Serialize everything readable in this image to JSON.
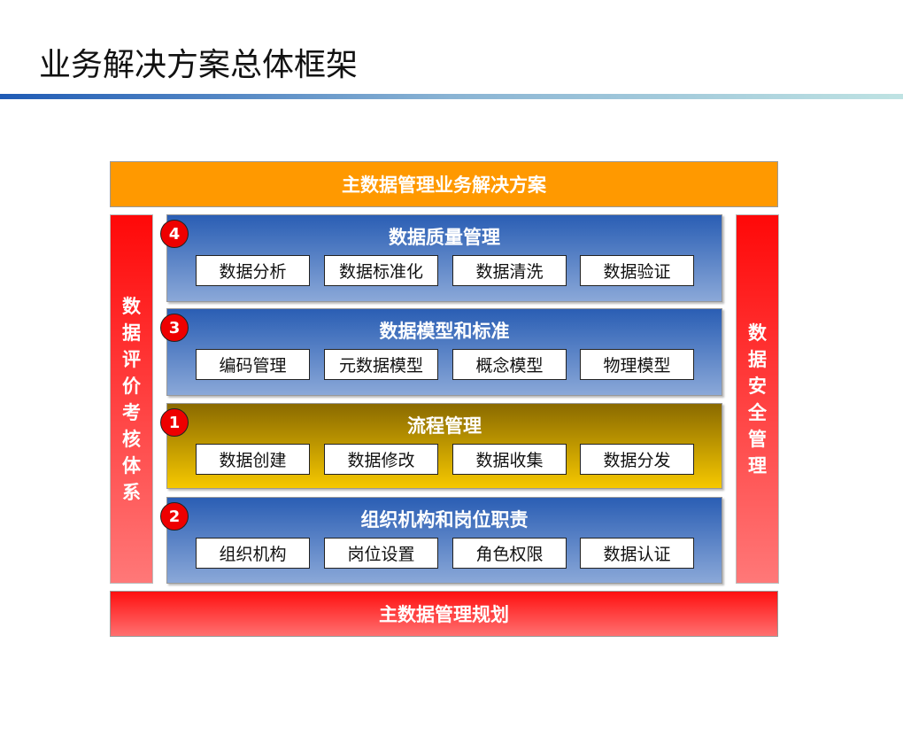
{
  "title": "业务解决方案总体框架",
  "top_bar": "主数据管理业务解决方案",
  "bottom_bar": "主数据管理规划",
  "left_column": [
    "数",
    "据",
    "评",
    "价",
    "考",
    "核",
    "体",
    "系"
  ],
  "right_column": [
    "数",
    "据",
    "安",
    "全",
    "管",
    "理"
  ],
  "panels": [
    {
      "badge": "4",
      "title": "数据质量管理",
      "items": [
        "数据分析",
        "数据标准化",
        "数据清洗",
        "数据验证"
      ],
      "color": "#2a5eb4"
    },
    {
      "badge": "3",
      "title": "数据模型和标准",
      "items": [
        "编码管理",
        "元数据模型",
        "概念模型",
        "物理模型"
      ],
      "color": "#2a5eb4"
    },
    {
      "badge": "1",
      "title": "流程管理",
      "items": [
        "数据创建",
        "数据修改",
        "数据收集",
        "数据分发"
      ],
      "color": "#c9a000"
    },
    {
      "badge": "2",
      "title": "组织机构和岗位职责",
      "items": [
        "组织机构",
        "岗位设置",
        "角色权限",
        "数据认证"
      ],
      "color": "#2a5eb4"
    }
  ]
}
